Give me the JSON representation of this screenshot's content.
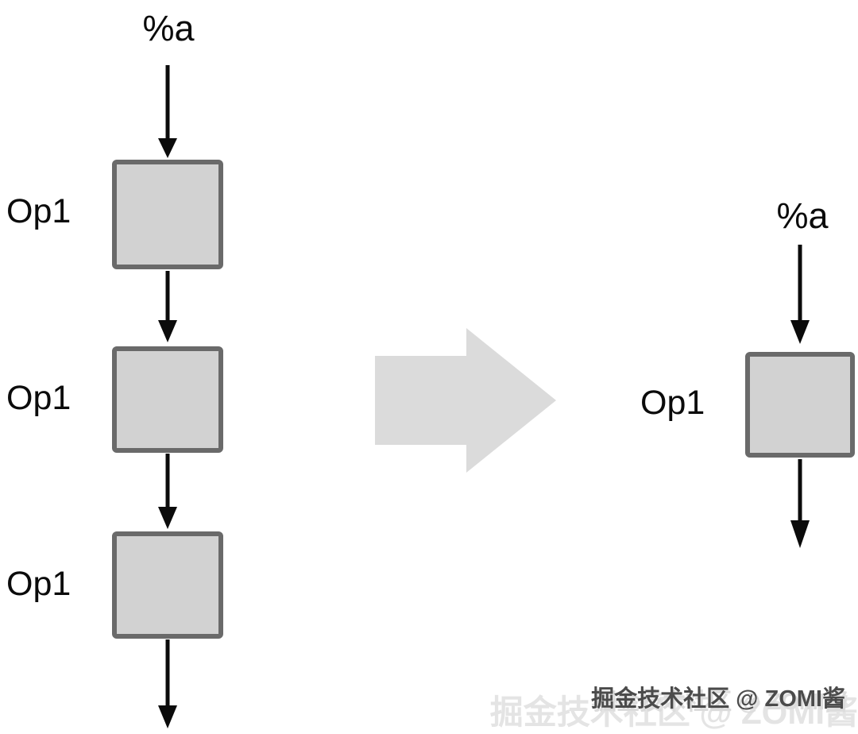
{
  "colors": {
    "node_fill": "#d2d2d2",
    "node_border": "#6a6a6a",
    "edge": "#0b0b0b",
    "transform_arrow_fill": "#dbdbdb",
    "watermark_text": "#4b4b4b",
    "watermark_ghost": "#e4e4e4"
  },
  "diagram": {
    "left_graph": {
      "input_label": "%a",
      "nodes": [
        {
          "label": "Op1"
        },
        {
          "label": "Op1"
        },
        {
          "label": "Op1"
        }
      ]
    },
    "transform": {
      "icon": "right-arrow"
    },
    "right_graph": {
      "input_label": "%a",
      "nodes": [
        {
          "label": "Op1"
        }
      ]
    }
  },
  "watermark": {
    "text": "掘金技术社区 @ ZOMI酱"
  }
}
